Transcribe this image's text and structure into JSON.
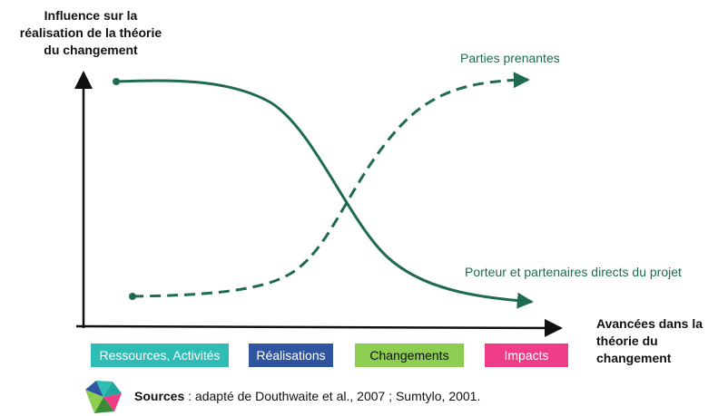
{
  "y_axis_title_lines": [
    "Influence sur la",
    "réalisation de la théorie",
    "du changement"
  ],
  "x_axis_title_lines": [
    "Avancées dans la",
    "théorie du",
    "changement"
  ],
  "curves": [
    {
      "label": "Parties prenantes",
      "style": "dashed",
      "color": "#1e6b50"
    },
    {
      "label": "Porteur et partenaires directs du projet",
      "style": "solid",
      "color": "#1e6b50"
    }
  ],
  "stages": [
    {
      "label": "Ressources, Activités",
      "color": "#2fbcb5",
      "text_color": "#ffffff"
    },
    {
      "label": "Réalisations",
      "color": "#2f55a0",
      "text_color": "#ffffff"
    },
    {
      "label": "Changements",
      "color": "#8dcd52",
      "text_color": "#111111"
    },
    {
      "label": "Impacts",
      "color": "#f03d88",
      "text_color": "#ffffff"
    }
  ],
  "source": {
    "prefix": "Sources",
    "text": " : adapté de Douthwaite et al., 2007 ; Sumtylo, 2001."
  }
}
